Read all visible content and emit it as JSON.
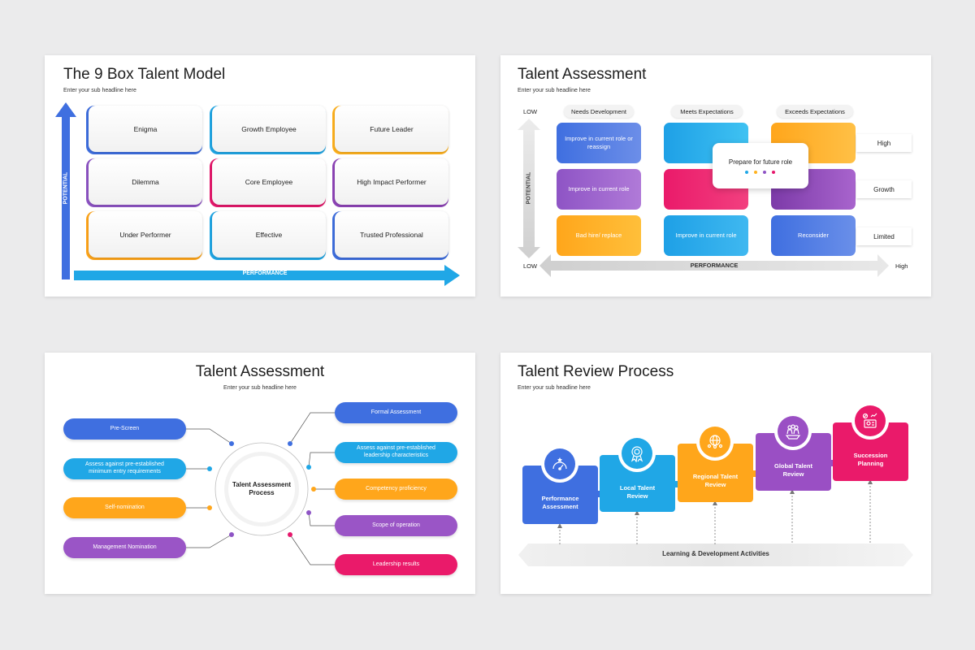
{
  "slide1": {
    "title": "The 9 Box Talent Model",
    "subtitle": "Enter your sub headline here",
    "y_axis_label": "POTENTIAL",
    "x_axis_label": "PERFORMANCE",
    "boxes": [
      "Enigma",
      "Growth Employee",
      "Future Leader",
      "Dilemma",
      "Core Employee",
      "High Impact Performer",
      "Under Performer",
      "Effective",
      "Trusted Professional"
    ],
    "colors": [
      "#3f6fe0",
      "#20a7e6",
      "#ffb21e",
      "#8e54c5",
      "#e6186c",
      "#8f45b8",
      "#ffa61b",
      "#20a7e6",
      "#3f6fe0"
    ]
  },
  "slide2": {
    "title": "Talent Assessment",
    "subtitle": "Enter your sub headline here",
    "axis_low_top": "LOW",
    "axis_low_left": "LOW",
    "axis_high": "High",
    "y_axis_label": "POTENTIAL",
    "x_axis_label": "PERFORMANCE",
    "columns": [
      "Needs Development",
      "Meets Expectations",
      "Exceeds Expectations"
    ],
    "rows": [
      "High",
      "Growth",
      "Limited"
    ],
    "tiles": {
      "r1c1": "Improve in current role or reassign",
      "r2c1": "Improve in current role",
      "r3c1": "Bad hire/ replace",
      "r3c2": "Improve in current role",
      "r3c3": "Reconsider"
    },
    "popup": "Prepare for future role",
    "popup_dot_colors": [
      "#20a7e6",
      "#ffb21e",
      "#8e54c5",
      "#e6186c"
    ]
  },
  "slide3": {
    "title": "Talent Assessment",
    "subtitle": "Enter your sub headline here",
    "center": "Talent Assessment Process",
    "left": [
      "Pre-Screen",
      "Assess against pre-established minimum entry requirements",
      "Self-nomination",
      "Management Nomination"
    ],
    "right": [
      "Formal Assessment",
      "Assess against pre-established leadership characteristics",
      "Competency proficiency",
      "Scope of operation",
      "Leadership results"
    ]
  },
  "slide4": {
    "title": "Talent Review Process",
    "subtitle": "Enter your sub headline here",
    "steps": [
      {
        "label": "Performance Assessment",
        "icon": "gauge-stars-icon",
        "color": "#3f6fe0"
      },
      {
        "label": "Local Talent Review",
        "icon": "award-badge-icon",
        "color": "#20a7e6"
      },
      {
        "label": "Regional Talent Review",
        "icon": "globe-people-icon",
        "color": "#ffa61b"
      },
      {
        "label": "Global Talent Review",
        "icon": "people-group-icon",
        "color": "#9a4fc4"
      },
      {
        "label": "Succession Planning",
        "icon": "planning-chart-icon",
        "color": "#ea1a6a"
      }
    ],
    "bottom_band": "Learning & Development Activities"
  }
}
